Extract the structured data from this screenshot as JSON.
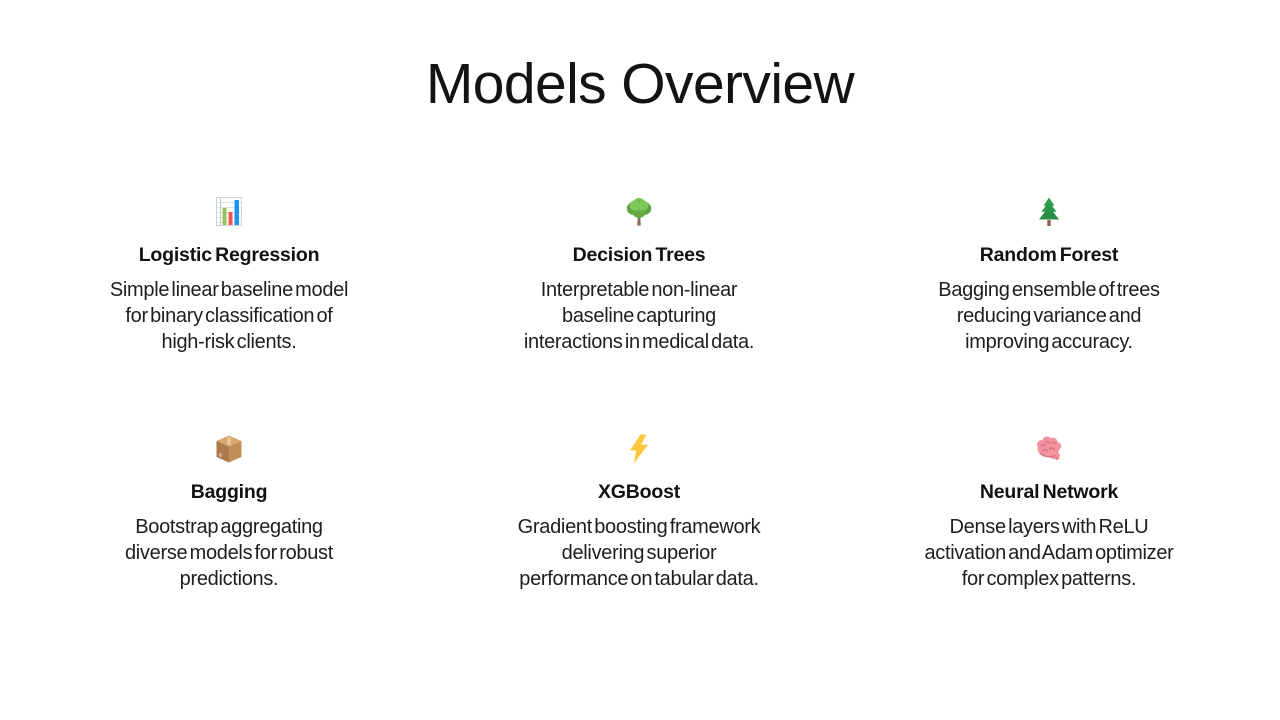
{
  "page": {
    "title": "Models Overview",
    "background": "#ffffff"
  },
  "colors": {
    "title_text": "#131313",
    "card_title_text": "#121212",
    "card_desc_text": "#1e1e1e",
    "bar_green": "#94c65b",
    "bar_red": "#f1574c",
    "bar_blue": "#1e93f3",
    "tree_green": "#74c150",
    "pine_green": "#2b9549",
    "box_brown": "#c18e58",
    "bolt_yellow": "#ffc83c",
    "brain_pink": "#f2939e"
  },
  "cards": [
    {
      "id": "logistic-regression",
      "icon": {
        "name": "bar-chart-icon",
        "emoji": "📊"
      },
      "title": "Logistic Regression",
      "description": "Simple linear baseline model for binary classification of high-risk clients.",
      "lines": [
        "Simple linear baseline model",
        "for binary classification of",
        "high-risk clients."
      ]
    },
    {
      "id": "decision-trees",
      "icon": {
        "name": "deciduous-tree-icon",
        "emoji": "🌳"
      },
      "title": "Decision Trees",
      "description": "Interpretable non-linear baseline capturing interactions in medical data.",
      "lines": [
        "Interpretable non-linear",
        "baseline capturing",
        "interactions in medical data."
      ]
    },
    {
      "id": "random-forest",
      "icon": {
        "name": "evergreen-tree-icon",
        "emoji": "🌲"
      },
      "title": "Random Forest",
      "description": "Bagging ensemble of trees reducing variance and improving accuracy.",
      "lines": [
        "Bagging ensemble of trees",
        "reducing variance and",
        "improving accuracy."
      ]
    },
    {
      "id": "bagging",
      "icon": {
        "name": "package-icon",
        "emoji": "📦"
      },
      "title": "Bagging",
      "description": "Bootstrap aggregating diverse models for robust predictions.",
      "lines": [
        "Bootstrap aggregating",
        "diverse models for robust",
        "predictions."
      ]
    },
    {
      "id": "xgboost",
      "icon": {
        "name": "lightning-bolt-icon",
        "emoji": "⚡"
      },
      "title": "XGBoost",
      "description": "Gradient boosting framework delivering superior performance on tabular data.",
      "lines": [
        "Gradient boosting framework",
        "delivering superior",
        "performance on tabular data."
      ]
    },
    {
      "id": "neural-network",
      "icon": {
        "name": "brain-icon",
        "emoji": "🧠"
      },
      "title": "Neural Network",
      "description": "Dense layers with ReLU activation and Adam optimizer for complex patterns.",
      "lines": [
        "Dense layers with ReLU",
        "activation and Adam optimizer",
        "for complex patterns."
      ]
    }
  ]
}
